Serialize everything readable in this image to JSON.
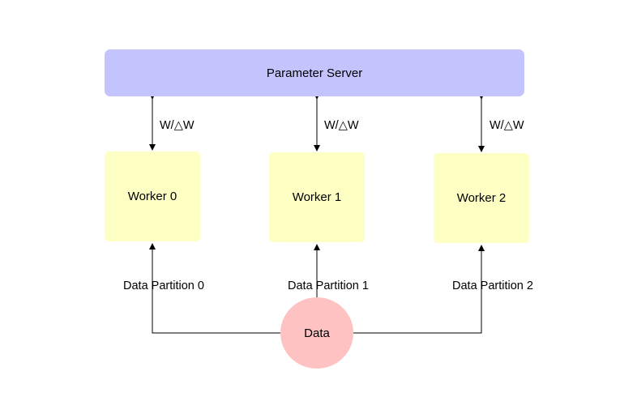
{
  "diagram": {
    "server": {
      "label": "Parameter Server"
    },
    "workers": [
      {
        "label": "Worker 0",
        "link_label": "W/△W",
        "partition_label": "Data Partition 0"
      },
      {
        "label": "Worker 1",
        "link_label": "W/△W",
        "partition_label": "Data Partition 1"
      },
      {
        "label": "Worker 2",
        "link_label": "W/△W",
        "partition_label": "Data Partition 2"
      }
    ],
    "data": {
      "label": "Data"
    },
    "colors": {
      "server_fill": "#c3c3fd",
      "worker_fill": "#feffc3",
      "data_fill": "#ffc2c2",
      "line": "#000000"
    }
  }
}
